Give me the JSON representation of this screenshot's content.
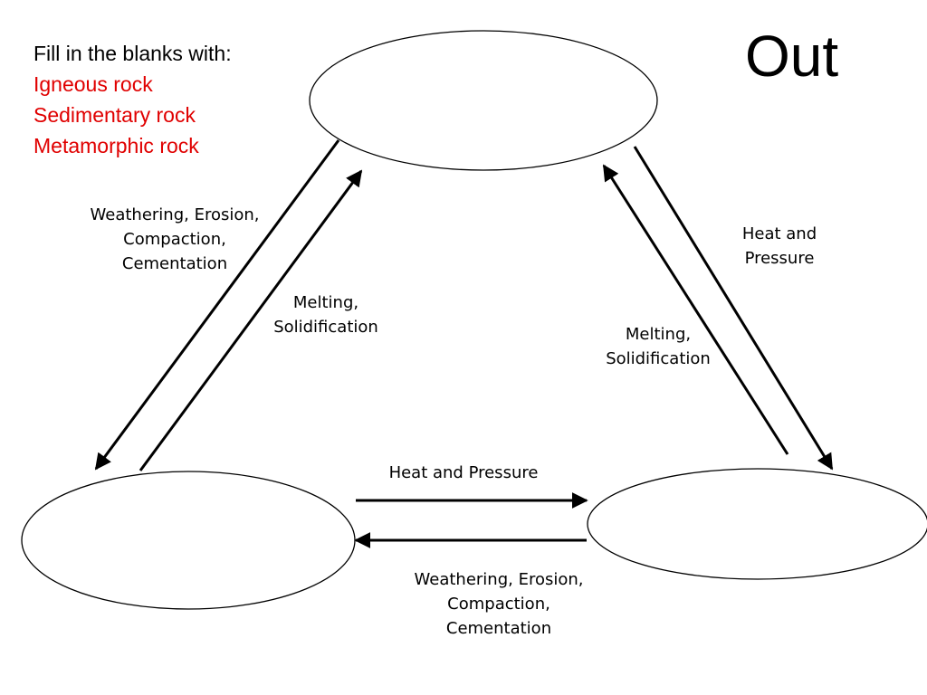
{
  "instructions": {
    "heading": "Fill in the blanks with:",
    "options": [
      "Igneous rock",
      "Sedimentary rock",
      "Metamorphic rock"
    ],
    "option_color": "#e00000"
  },
  "title": "Out",
  "labels": {
    "left_outer": [
      "Weathering, Erosion,",
      "Compaction,",
      "Cementation"
    ],
    "left_inner": [
      "Melting,",
      "Solidification"
    ],
    "right_outer": [
      "Heat and",
      "Pressure"
    ],
    "right_inner": [
      "Melting,",
      "Solidification"
    ],
    "bottom_top": [
      "Heat and Pressure"
    ],
    "bottom_bottom": [
      "Weathering, Erosion,",
      "Compaction,",
      "Cementation"
    ]
  }
}
